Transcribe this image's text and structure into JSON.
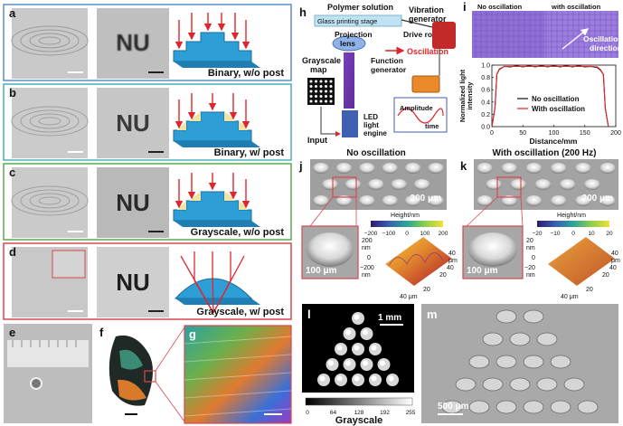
{
  "panels": {
    "a": {
      "letter": "a",
      "caption": "Binary, w/o post",
      "text": "NU"
    },
    "b": {
      "letter": "b",
      "caption": "Binary, w/ post",
      "text": "NU"
    },
    "c": {
      "letter": "c",
      "caption": "Grayscale, w/o post",
      "text": "NU"
    },
    "d": {
      "letter": "d",
      "caption": "Grayscale, w/ post",
      "text": "NU"
    },
    "e": {
      "letter": "e"
    },
    "f": {
      "letter": "f"
    },
    "g": {
      "letter": "g"
    },
    "h": {
      "letter": "h",
      "polymer": "Polymer solution",
      "stage": "Glass printing stage",
      "vibration": "Vibration generator",
      "vibration_l1": "Vibration",
      "vibration_l2": "generator",
      "driverod": "Drive rod",
      "oscillation": "Oscillation",
      "projection_l1": "Projection",
      "projection_l2": "lens",
      "function_l1": "Function",
      "function_l2": "generator",
      "grayscale_l1": "Grayscale",
      "grayscale_l2": "map",
      "amplitude": "Amplitude",
      "time": "time",
      "led_l1": "LED",
      "led_l2": "light",
      "led_l3": "engine",
      "input": "Input"
    },
    "i": {
      "letter": "i",
      "no_osc": "No oscillation",
      "with_osc": "with oscillation",
      "osc_dir_l1": "Oscillation",
      "osc_dir_l2": "direction",
      "ylabel_l1": "Normalized light",
      "ylabel_l2": "intensity",
      "xlabel": "Distance/mm",
      "legend_no": "No oscillation",
      "legend_with": "With oscillation",
      "yticks": [
        "1.0",
        "0.8",
        "0.6",
        "0.4",
        "0.2",
        "0.0"
      ],
      "xticks": [
        "0",
        "50",
        "100",
        "150",
        "200"
      ]
    },
    "j": {
      "letter": "j",
      "title": "No oscillation",
      "scale_top": "200 μm",
      "scale_inset": "100 μm",
      "height_title": "Height/nm",
      "height_ticks": [
        "−200",
        "−100",
        "0",
        "100",
        "200"
      ],
      "z1": "200",
      "z1u": "nm",
      "z2": "0",
      "z3": "−200",
      "z3u": "nm",
      "ax_a": "40",
      "ax_b": "20",
      "ax_c": "40 μm",
      "ax_d": "20",
      "ax_e": "40",
      "ax_f": "μm"
    },
    "k": {
      "letter": "k",
      "title": "With oscillation (200 Hz)",
      "scale_top": "200 μm",
      "scale_inset": "100 μm",
      "height_title": "Height/nm",
      "height_ticks": [
        "−20",
        "−10",
        "0",
        "10",
        "20"
      ],
      "z1": "20",
      "z1u": "nm",
      "z2": "0",
      "z3": "−20",
      "z3u": "nm",
      "ax_a": "40",
      "ax_b": "20",
      "ax_c": "40 μm",
      "ax_d": "20",
      "ax_e": "40",
      "ax_f": "μm"
    },
    "l": {
      "letter": "l",
      "scale": "1 mm",
      "cbar_ticks": [
        "0",
        "64",
        "128",
        "192",
        "255"
      ],
      "cbar_label": "Grayscale"
    },
    "m": {
      "letter": "m",
      "scale": "500 μm"
    }
  },
  "colors": {
    "frame_blue": "#5b8fc7",
    "frame_teal": "#4ab0b8",
    "frame_green": "#5aab4e",
    "frame_red": "#d9474f",
    "lens_blue": "#2e9ed6",
    "post_yellow": "#f0e3a3",
    "arrow_red": "#e0262c",
    "gen_red": "#c22a2a",
    "gen_orange": "#e9892a"
  },
  "chart_data": {
    "type": "line",
    "title": "",
    "xlabel": "Distance/mm",
    "ylabel": "Normalized light intensity",
    "xlim": [
      0,
      200
    ],
    "ylim": [
      0.0,
      1.0
    ],
    "legend": "center",
    "series": [
      {
        "name": "No oscillation",
        "color": "#111111",
        "x": [
          0,
          5,
          8,
          12,
          20,
          30,
          40,
          50,
          60,
          70,
          80,
          90,
          100,
          110,
          120,
          130,
          140,
          150,
          160,
          170,
          175,
          180,
          183,
          188
        ],
        "y": [
          0.0,
          0.3,
          0.85,
          0.93,
          0.98,
          0.97,
          0.99,
          0.97,
          0.99,
          0.97,
          0.99,
          0.97,
          0.99,
          0.97,
          0.99,
          0.97,
          0.99,
          0.97,
          0.98,
          0.96,
          0.92,
          0.85,
          0.3,
          0.0
        ]
      },
      {
        "name": "With oscillation",
        "color": "#e0262c",
        "x": [
          0,
          5,
          8,
          12,
          20,
          30,
          40,
          50,
          60,
          70,
          80,
          90,
          100,
          110,
          120,
          130,
          140,
          150,
          160,
          170,
          175,
          180,
          183,
          188
        ],
        "y": [
          0.0,
          0.3,
          0.85,
          0.94,
          0.98,
          0.98,
          0.98,
          0.98,
          0.98,
          0.98,
          0.98,
          0.98,
          0.98,
          0.98,
          0.98,
          0.98,
          0.98,
          0.98,
          0.98,
          0.97,
          0.93,
          0.85,
          0.3,
          0.0
        ]
      }
    ]
  }
}
